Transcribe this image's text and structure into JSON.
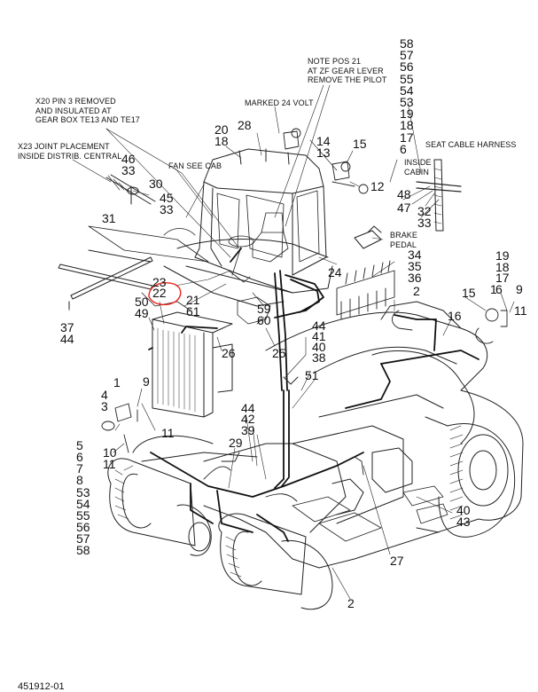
{
  "drawing_number": "451912-01",
  "notes": {
    "zf_gear_lever": "NOTE POS 21\nAT ZF GEAR LEVER\nREMOVE THE PILOT",
    "x20_pin": "X20 PIN 3 REMOVED\nAND INSULATED AT\nGEAR BOX TE13 AND TE17",
    "marked_24v": "MARKED 24 VOLT",
    "x23_joint": "X23 JOINT PLACEMENT\nINSIDE DISTRIB. CENTRAL",
    "fan_see_cab": "FAN SEE CAB",
    "seat_cable": "SEAT CABLE HARNESS",
    "inside_cabin": "INSIDE\nCABIN",
    "brake_pedal": "BRAKE\nPEDAL"
  },
  "callouts": {
    "right_column": [
      "58",
      "57",
      "56",
      "55",
      "54",
      "53",
      "19",
      "18",
      "17",
      "6"
    ],
    "left_column": [
      "1",
      "4",
      "3",
      "5",
      "6",
      "7",
      "8",
      "53",
      "54",
      "55",
      "56",
      "57",
      "58"
    ],
    "right_small_column": [
      "19",
      "18",
      "17",
      "6"
    ],
    "c20": "20",
    "c18": "18",
    "c28": "28",
    "c14": "14",
    "c13": "13",
    "c15": "15",
    "c12": "12",
    "c46": "46",
    "c33a": "33",
    "c30": "30",
    "c45": "45",
    "c33b": "33",
    "c31": "31",
    "c48": "48",
    "c47": "47",
    "c32": "32",
    "c33c": "33",
    "c34": "34",
    "c35": "35",
    "c36": "36",
    "c24": "24",
    "c23": "23",
    "c22": "22",
    "c21": "21",
    "c61": "61",
    "c50": "50",
    "c49": "49",
    "c59": "59",
    "c60": "60",
    "c37": "37",
    "c44a": "44",
    "c26": "26",
    "c25": "25",
    "c44b": "44",
    "c41": "41",
    "c40a": "40",
    "c38": "38",
    "c2a": "2",
    "c15b": "15",
    "c1b": "1",
    "c9b": "9",
    "c11b": "11",
    "c16": "16",
    "c51": "51",
    "c9": "9",
    "c11a": "11",
    "c10": "10",
    "c11c": "11",
    "c44c": "44",
    "c42": "42",
    "c39": "39",
    "c29": "29",
    "c40b": "40",
    "c43": "43",
    "c27": "27",
    "c2b": "2"
  },
  "highlight_color": "#e8251c"
}
